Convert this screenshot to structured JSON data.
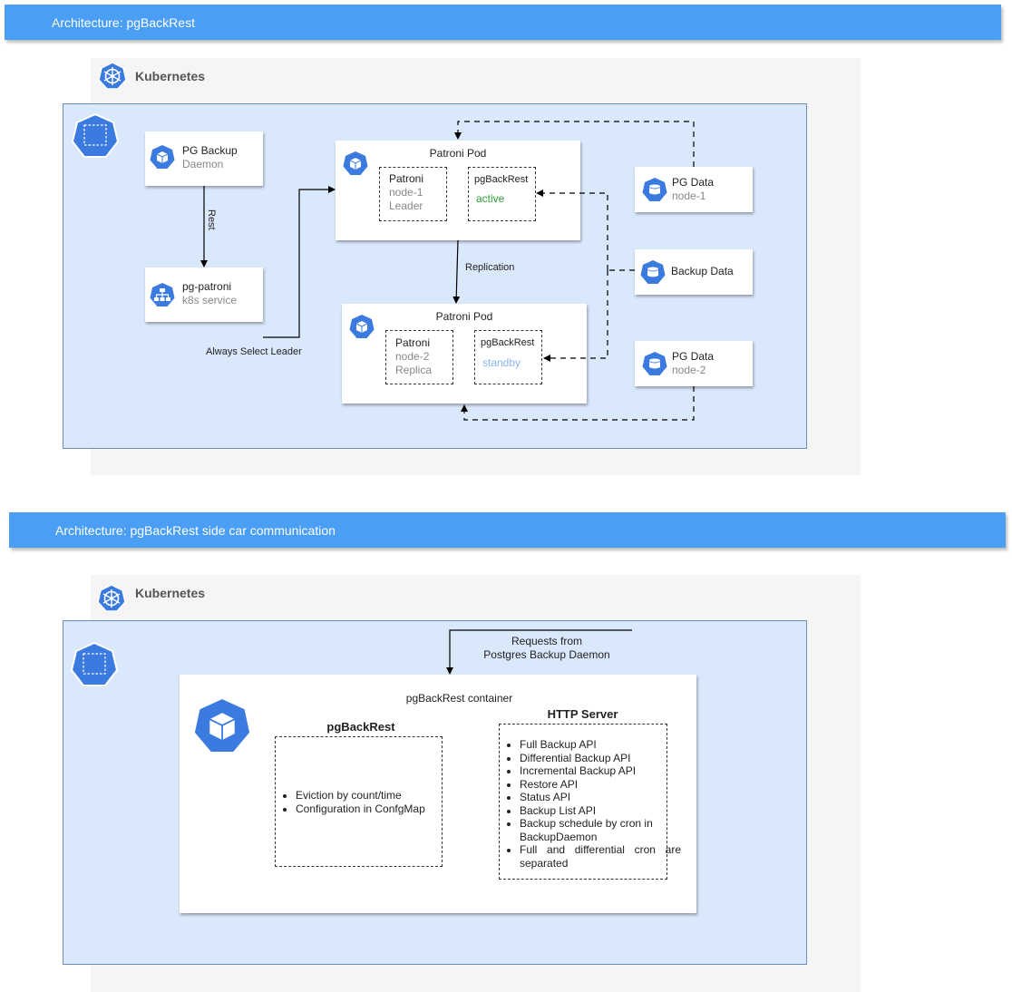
{
  "colors": {
    "banner": "#4a9ff5",
    "cluster_fill": "#dae8fc",
    "cluster_border": "#6c8ebf",
    "icon_blue": "#3b7be0",
    "active_green": "#2e9e3a",
    "standby_blue": "#8ab4f8"
  },
  "diagram1": {
    "banner": "Architecture: pgBackRest",
    "k8s_title": "Kubernetes",
    "backup_daemon": {
      "line1": "PG Backup",
      "line2": "Daemon"
    },
    "rest_label": "Rest",
    "service": {
      "line1": "pg-patroni",
      "line2": "k8s service"
    },
    "leader_label": "Always Select Leader",
    "pod1": {
      "title": "Patroni Pod",
      "patroni": {
        "name": "Patroni",
        "node": "node-1",
        "role": "Leader"
      },
      "pgbackrest": {
        "name": "pgBackRest",
        "state": "active"
      }
    },
    "replication_label": "Replication",
    "pod2": {
      "title": "Patroni Pod",
      "patroni": {
        "name": "Patroni",
        "node": "node-2",
        "role": "Replica"
      },
      "pgbackrest": {
        "name": "pgBackRest",
        "state": "standby"
      }
    },
    "pgdata1": {
      "line1": "PG Data",
      "line2": "node-1"
    },
    "backup_data": {
      "line1": "Backup Data"
    },
    "pgdata2": {
      "line1": "PG Data",
      "line2": "node-2"
    }
  },
  "diagram2": {
    "banner": "Architecture: pgBackRest side car communication",
    "k8s_title": "Kubernetes",
    "requests_line1": "Requests from",
    "requests_line2": "Postgres Backup Daemon",
    "container_title": "pgBackRest container",
    "pgbackrest_box": {
      "title": "pgBackRest",
      "items": [
        "Eviction by count/time",
        "Configuration in ConfgMap"
      ]
    },
    "http_box": {
      "title": "HTTP Server",
      "items": [
        "Full Backup API",
        "Differential Backup API",
        "Incremental Backup API",
        "Restore API",
        "Status API",
        "Backup List API",
        "Backup schedule by cron in BackupDaemon",
        "Full and differential cron  are separated"
      ]
    }
  }
}
